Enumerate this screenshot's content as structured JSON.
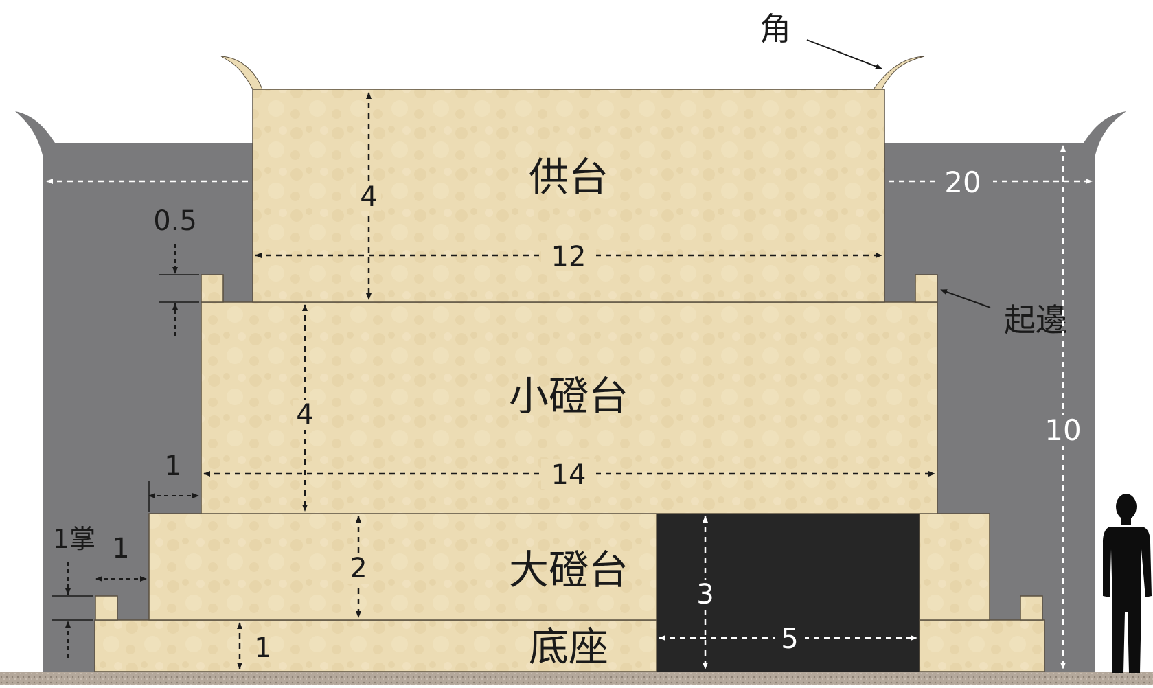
{
  "labels": {
    "horn": "角",
    "raised_edge": "起邊",
    "offering_table": "供台",
    "small_ledge": "小磴台",
    "large_ledge": "大磴台",
    "base": "底座"
  },
  "dimensions": {
    "offering_height": "4",
    "offering_width": "12",
    "edge_height": "0.5",
    "small_height": "4",
    "small_width": "14",
    "small_setback": "1",
    "large_height": "2",
    "large_setback": "1",
    "base_height": "1",
    "palm": "1掌",
    "ramp_height": "3",
    "ramp_width": "5",
    "total_width": "20",
    "total_height": "10"
  },
  "colors": {
    "stone": "#ecdcb4",
    "stone_outline": "#5a5040",
    "background_gray": "#7a7a7c",
    "ramp_black": "#262626",
    "ground": "#b0a498",
    "white_text": "#ffffff",
    "dark_text": "#1a1a1a"
  }
}
